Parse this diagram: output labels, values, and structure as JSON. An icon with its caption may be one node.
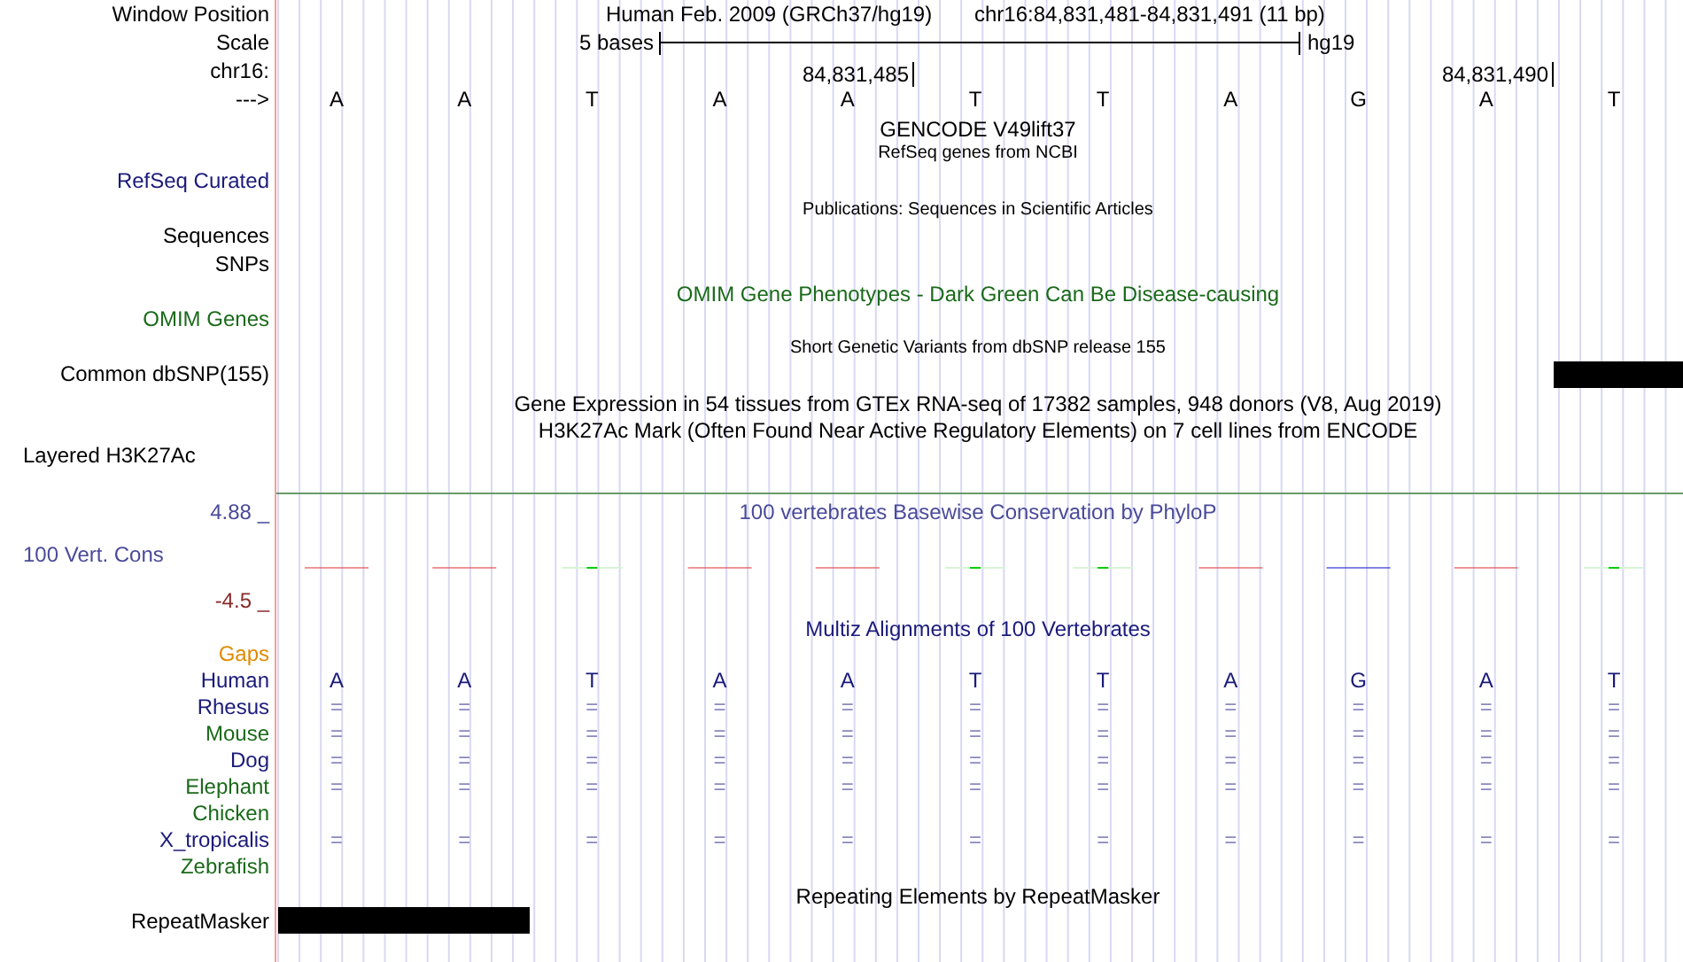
{
  "diagram": {
    "nodes": [
      {
        "text": [],
        "shape": "bar"
      },
      {
        "text": [],
        "shape": "bar"
      }
    ],
    "labels": [
      "Window Position",
      "Human Feb. 2009 (GRCh37/hg19)",
      "chr16:84,831,481-84,831,491 (11 bp)",
      "Scale",
      "5 bases",
      "hg19",
      "chr16:",
      "84,831,485",
      "84,831,490",
      "--->",
      "A",
      "A",
      "T",
      "A",
      "A",
      "T",
      "T",
      "A",
      "G",
      "A",
      "T",
      "GENCODE V49lift37",
      "RefSeq genes from NCBI",
      "RefSeq Curated",
      "Publications: Sequences in Scientific Articles",
      "Sequences",
      "SNPs",
      "OMIM Gene Phenotypes - Dark Green Can Be Disease-causing",
      "OMIM Genes",
      "Short Genetic Variants from dbSNP release 155",
      "Common dbSNP(155)",
      "Gene Expression in 54 tissues from GTEx RNA-seq of 17382 samples, 948 donors (V8, Aug 2019)",
      "H3K27Ac Mark (Often Found Near Active Regulatory Elements) on 7 cell lines from ENCODE",
      "Layered H3K27Ac",
      "4.88 _",
      "100 vertebrates Basewise Conservation by PhyloP",
      "100 Vert. Cons",
      "-4.5 _",
      "Multiz Alignments of 100 Vertebrates",
      "Gaps",
      "Human",
      "A",
      "A",
      "T",
      "A",
      "A",
      "T",
      "T",
      "A",
      "G",
      "A",
      "T",
      "Rhesus",
      "=",
      "=",
      "=",
      "=",
      "=",
      "=",
      "=",
      "=",
      "=",
      "=",
      "=",
      "Mouse",
      "=",
      "=",
      "=",
      "=",
      "=",
      "=",
      "=",
      "=",
      "=",
      "=",
      "=",
      "Dog",
      "=",
      "=",
      "=",
      "=",
      "=",
      "=",
      "=",
      "=",
      "=",
      "=",
      "=",
      "Elephant",
      "=",
      "=",
      "=",
      "=",
      "=",
      "=",
      "=",
      "=",
      "=",
      "=",
      "=",
      "Chicken",
      "X_tropicalis",
      "=",
      "=",
      "=",
      "=",
      "=",
      "=",
      "=",
      "=",
      "=",
      "=",
      "=",
      "Zebrafish",
      "Repeating Elements by RepeatMasker",
      "RepeatMasker"
    ]
  }
}
